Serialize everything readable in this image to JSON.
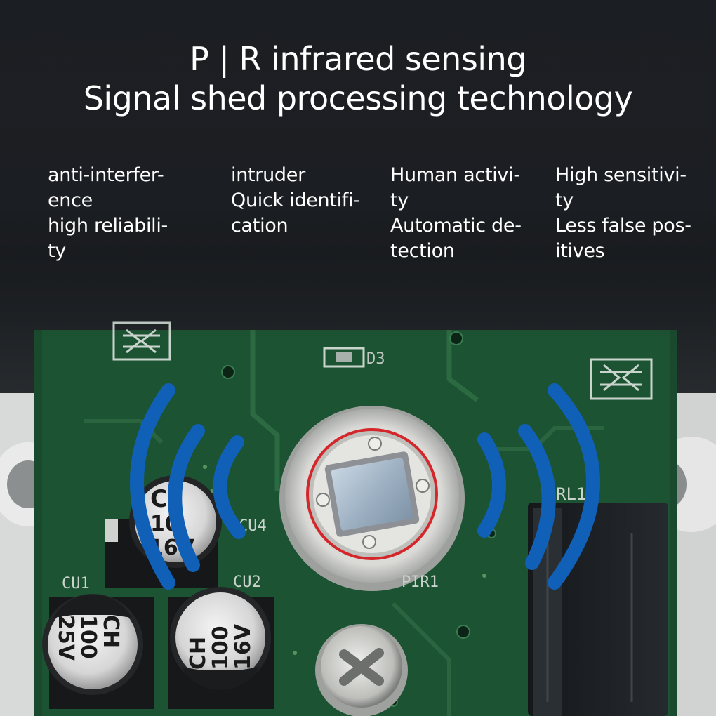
{
  "headline": {
    "line1": "P | R infrared sensing",
    "line2": "Signal shed processing technology"
  },
  "features": [
    {
      "lines": [
        "anti-interfer-",
        "ence",
        "high reliabili-",
        "ty"
      ]
    },
    {
      "lines": [
        "intruder",
        "Quick identifi-",
        "cation"
      ]
    },
    {
      "lines": [
        "Human activi-",
        "ty",
        "Automatic de-",
        "tection"
      ]
    },
    {
      "lines": [
        "High sensitivi-",
        "ty",
        "Less false pos-",
        "itives"
      ]
    }
  ],
  "board_labels": {
    "capacitor_cu4": "CU4",
    "capacitor_cu1": "CU1",
    "capacitor_cu2": "CU2",
    "sensor": "PIR1",
    "relay": "RL1",
    "led": "D3",
    "cap_small_line1": "C",
    "cap_small_line2": "10",
    "cap_small_line3": "16V",
    "cap_left_line1": "CH",
    "cap_left_line2": "100",
    "cap_left_line3": "25V",
    "cap_mid_line1": "CH",
    "cap_mid_line2": "100",
    "cap_mid_line3": "16V"
  },
  "colors": {
    "wave": "#1160b8",
    "pcb": "#173d27",
    "heading_text": "#ffffff",
    "background": "#1b1e22"
  }
}
